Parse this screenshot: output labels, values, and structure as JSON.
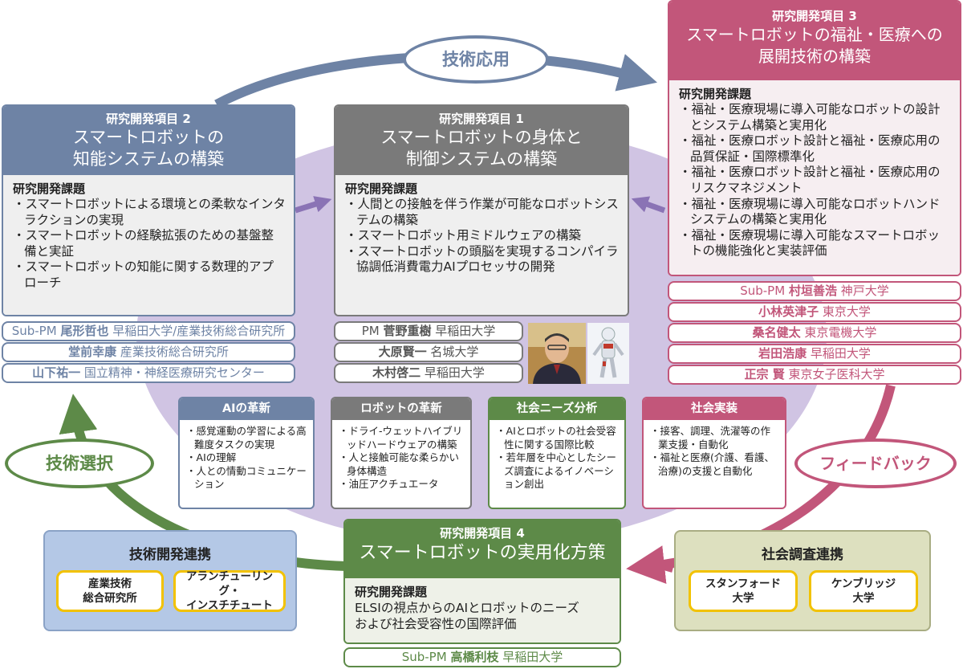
{
  "colors": {
    "blue": "#6e83a5",
    "gray": "#7a7a7a",
    "pink": "#c2567a",
    "green": "#5d8a48",
    "ellipse": "#d0c4e3",
    "yellow": "#f2c200",
    "blue_light": "#b4c8e6",
    "olive_light": "#dde0bf"
  },
  "circle_labels": {
    "tech_apply": "技術応用",
    "tech_select": "技術選択",
    "feedback": "フィードバック"
  },
  "item1": {
    "head": "研究開発項目 1",
    "title_l1": "スマートロボットの身体と",
    "title_l2": "制御システムの構築",
    "task_label": "研究開発課題",
    "tasks": [
      "人間との接触を伴う作業が可能なロボットシステムの構築",
      "スマートロボット用ミドルウェアの構築",
      "スマートロボットの頭脳を実現するコンパイラ協調低消費電力AIプロセッサの開発"
    ],
    "members": [
      {
        "role": "PM",
        "name": "菅野重樹",
        "aff": "早稲田大学"
      },
      {
        "role": "",
        "name": "大原賢一",
        "aff": "名城大学"
      },
      {
        "role": "",
        "name": "木村啓二",
        "aff": "早稲田大学"
      }
    ]
  },
  "item2": {
    "head": "研究開発項目 2",
    "title_l1": "スマートロボットの",
    "title_l2": "知能システムの構築",
    "task_label": "研究開発課題",
    "tasks": [
      "スマートロボットによる環境との柔軟なインタラクションの実現",
      "スマートロボットの経験拡張のための基盤整備と実証",
      "スマートロボットの知能に関する数理的アプローチ"
    ],
    "members": [
      {
        "role": "Sub-PM",
        "name": "尾形哲也",
        "aff": "早稲田大学/産業技術総合研究所"
      },
      {
        "role": "",
        "name": "堂前幸康",
        "aff": "産業技術総合研究所"
      },
      {
        "role": "",
        "name": "山下祐一",
        "aff": "国立精神・神経医療研究センター"
      }
    ]
  },
  "item3": {
    "head": "研究開発項目 3",
    "title_l1": "スマートロボットの福祉・医療への",
    "title_l2": "展開技術の構築",
    "task_label": "研究開発課題",
    "tasks": [
      "福祉・医療現場に導入可能なロボットの設計とシステム構築と実用化",
      "福祉・医療ロボット設計と福祉・医療応用の品質保証・国際標準化",
      "福祉・医療ロボット設計と福祉・医療応用のリスクマネジメント",
      "福祉・医療現場に導入可能なロボットハンドシステムの構築と実用化",
      "福祉・医療現場に導入可能なスマートロボットの機能強化と実装評価"
    ],
    "members": [
      {
        "role": "Sub-PM",
        "name": "村垣善浩",
        "aff": "神戸大学"
      },
      {
        "role": "",
        "name": "小林英津子",
        "aff": "東京大学"
      },
      {
        "role": "",
        "name": "桑名健太",
        "aff": "東京電機大学"
      },
      {
        "role": "",
        "name": "岩田浩康",
        "aff": "早稲田大学"
      },
      {
        "role": "",
        "name": "正宗 賢",
        "aff": "東京女子医科大学"
      }
    ]
  },
  "item4": {
    "head": "研究開発項目 4",
    "title": "スマートロボットの実用化方策",
    "task_label": "研究開発課題",
    "task_l1": "ELSIの視点からのAIとロボットのニーズ",
    "task_l2": "および社会受容性の国際評価",
    "member": {
      "role": "Sub-PM",
      "name": "高橋利枝",
      "aff": "早稲田大学"
    }
  },
  "small_boxes": [
    {
      "title": "AIの革新",
      "items": [
        "感覚運動の学習による高難度タスクの実現",
        "AIの理解",
        "人との情動コミュニケーション"
      ]
    },
    {
      "title": "ロボットの革新",
      "items": [
        "ドライ-ウェットハイブリッドハードウェアの構築",
        "人と接触可能な柔らかい身体構造",
        "油圧アクチュエータ"
      ]
    },
    {
      "title": "社会ニーズ分析",
      "items": [
        "AIとロボットの社会受容性に関する国際比較",
        "若年層を中心としたシーズ調査によるイノベーション創出"
      ]
    },
    {
      "title": "社会実装",
      "items": [
        "接客、調理、洗濯等の作業支援・自動化",
        "福祉と医療(介護、看護、治療)の支援と自動化"
      ]
    }
  ],
  "tech_collab": {
    "title": "技術開発連携",
    "org1_l1": "産業技術",
    "org1_l2": "総合研究所",
    "org2_l1": "アランチューリング・",
    "org2_l2": "インスチチュート"
  },
  "social_collab": {
    "title": "社会調査連携",
    "org1_l1": "スタンフォード",
    "org1_l2": "大学",
    "org2_l1": "ケンブリッジ",
    "org2_l2": "大学"
  }
}
